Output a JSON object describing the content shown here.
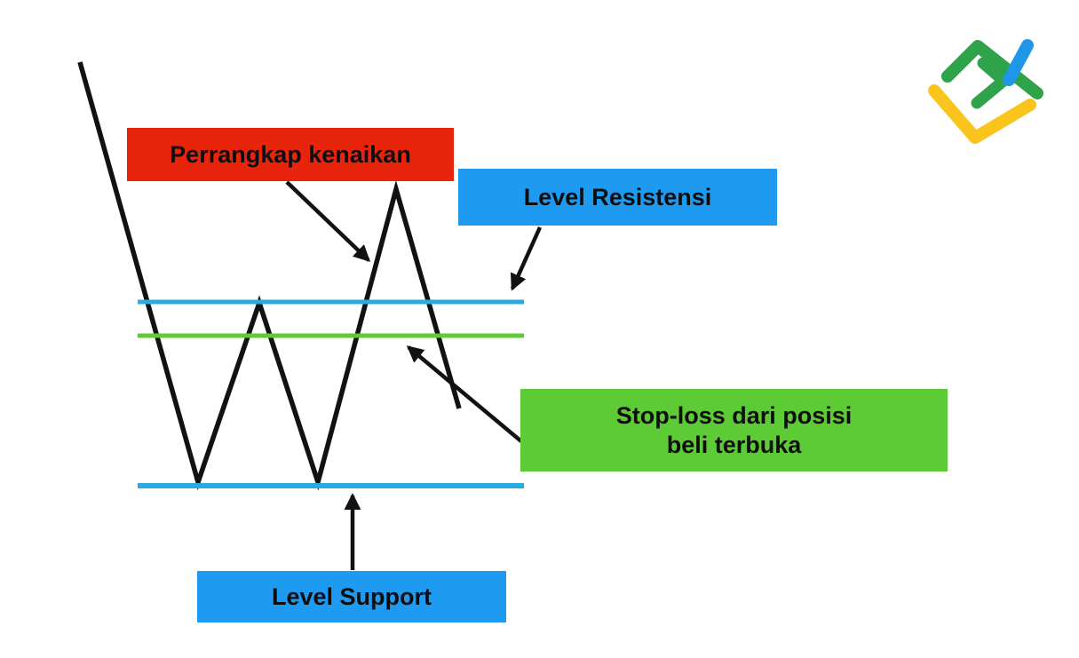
{
  "labels": {
    "bull_trap": {
      "text": "Perrangkap kenaikan",
      "bg_color": "#E9240D"
    },
    "resistance": {
      "text": "Level Resistensi",
      "bg_color": "#1E9BF0"
    },
    "stop_loss": {
      "lines": [
        "Stop-loss dari posisi",
        "beli terbuka"
      ],
      "bg_color": "#5DCB35"
    },
    "support": {
      "text": "Level Support",
      "bg_color": "#1E9BF0"
    }
  },
  "chart": {
    "price_line_color": "#121212",
    "arrow_color": "#121212",
    "resistance_line_color": "#29ABE2",
    "stop_loss_line_color": "#5DCB33",
    "support_line_color": "#29ABE2"
  },
  "logo": {
    "icon": "liteforex-logo",
    "colors": {
      "green": "#2FA349",
      "yellow": "#F9C51D",
      "blue": "#2096E8"
    }
  }
}
